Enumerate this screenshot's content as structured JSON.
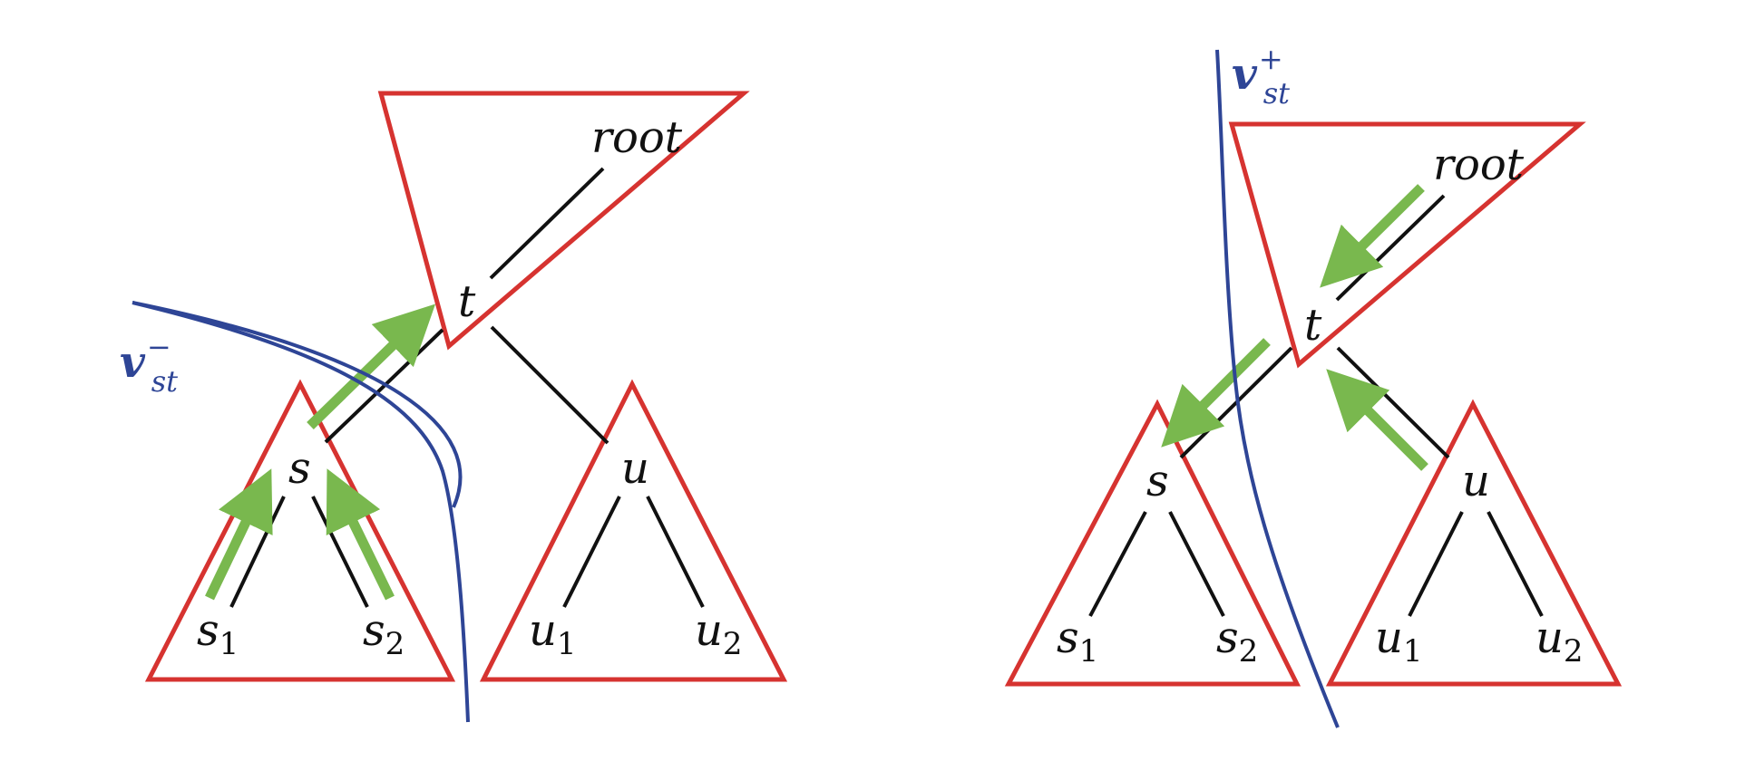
{
  "colors": {
    "background": "#ffffff",
    "subtree_outline": "#d63330",
    "tree_edge": "#111111",
    "message_arrow": "#79b84e",
    "cut_curve": "#2e4596",
    "text": "#111111"
  },
  "left_panel": {
    "nodes": {
      "root": "root",
      "t": "t",
      "s": "s",
      "u": "u",
      "s1": {
        "base": "s",
        "sub": "1"
      },
      "s2": {
        "base": "s",
        "sub": "2"
      },
      "u1": {
        "base": "u",
        "sub": "1"
      },
      "u2": {
        "base": "u",
        "sub": "2"
      }
    },
    "curve_label": {
      "base": "v",
      "sub": "st",
      "sup": "−"
    }
  },
  "right_panel": {
    "nodes": {
      "root": "root",
      "t": "t",
      "s": "s",
      "u": "u",
      "s1": {
        "base": "s",
        "sub": "1"
      },
      "s2": {
        "base": "s",
        "sub": "2"
      },
      "u1": {
        "base": "u",
        "sub": "1"
      },
      "u2": {
        "base": "u",
        "sub": "2"
      }
    },
    "curve_label": {
      "base": "v",
      "sub": "st",
      "sup": "+"
    }
  }
}
